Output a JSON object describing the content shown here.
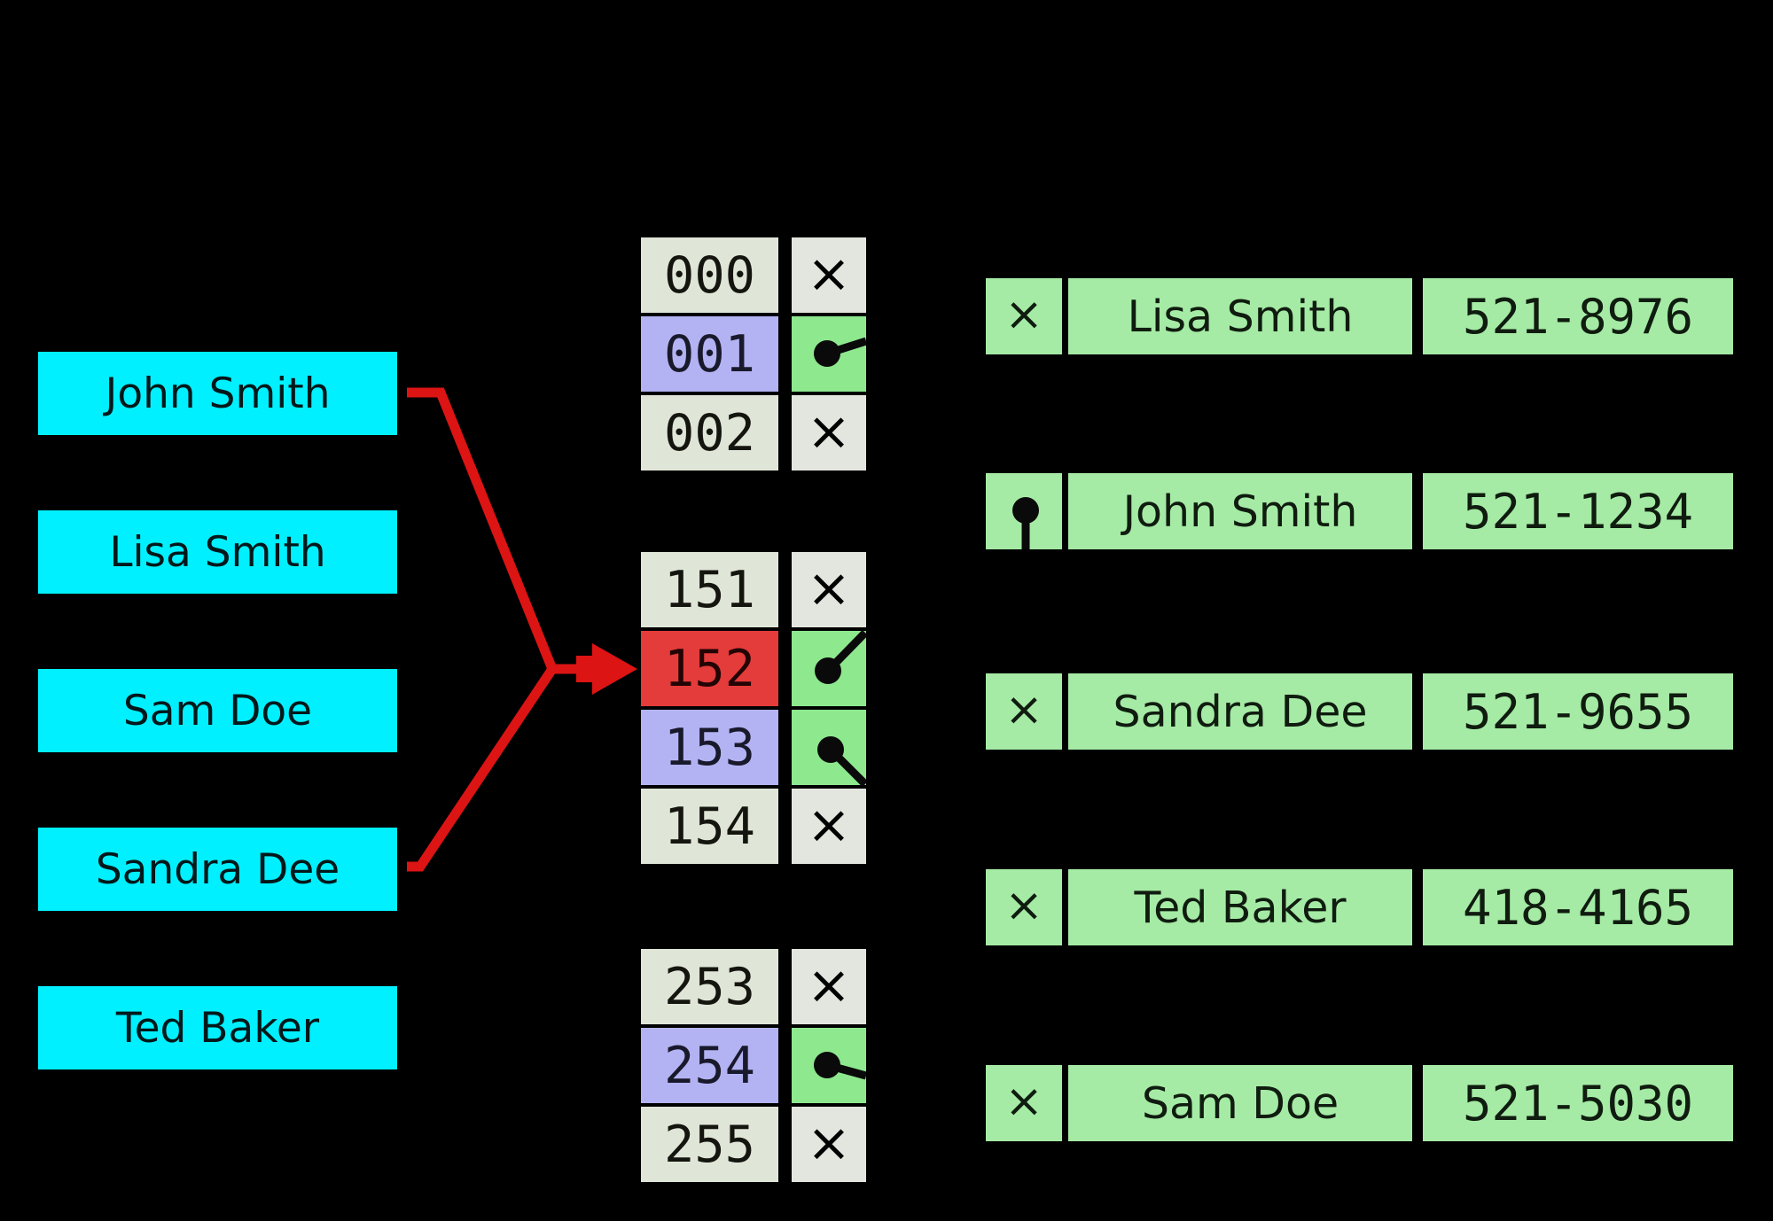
{
  "diagram": "hash-table-collision-chaining",
  "colors": {
    "background": "#000000",
    "key_box": "#00f0ff",
    "bucket_cell": "#dfe6d7",
    "bucket_highlight": "#b3b3f3",
    "bucket_collision": "#e43b3b",
    "pointer_cell_active": "#8ee88e",
    "record_cell": "#a5eba5",
    "collision_arrow": "#dc1414",
    "text": "#000000"
  },
  "null_symbol": "×",
  "keys": {
    "items": [
      {
        "label": "John Smith"
      },
      {
        "label": "Lisa Smith"
      },
      {
        "label": "Sam Doe"
      },
      {
        "label": "Sandra Dee"
      },
      {
        "label": "Ted Baker"
      }
    ]
  },
  "buckets": {
    "groups": [
      {
        "rows": [
          {
            "index": "000",
            "pointer": "null"
          },
          {
            "index": "001",
            "pointer": "link-right-up",
            "highlight": true
          },
          {
            "index": "002",
            "pointer": "null"
          }
        ]
      },
      {
        "rows": [
          {
            "index": "151",
            "pointer": "null"
          },
          {
            "index": "152",
            "pointer": "link-up-right",
            "collision": true
          },
          {
            "index": "153",
            "pointer": "link-down-right",
            "highlight": true
          },
          {
            "index": "154",
            "pointer": "null"
          }
        ]
      },
      {
        "rows": [
          {
            "index": "253",
            "pointer": "null"
          },
          {
            "index": "254",
            "pointer": "link-right-down",
            "highlight": true
          },
          {
            "index": "255",
            "pointer": "null"
          }
        ]
      }
    ]
  },
  "records": {
    "items": [
      {
        "next": "null",
        "name": "Lisa Smith",
        "phone": "521-8976"
      },
      {
        "next": "link-down",
        "name": "John Smith",
        "phone": "521-1234"
      },
      {
        "next": "null",
        "name": "Sandra Dee",
        "phone": "521-9655"
      },
      {
        "next": "null",
        "name": "Ted Baker",
        "phone": "418-4165"
      },
      {
        "next": "null",
        "name": "Sam Doe",
        "phone": "521-5030"
      }
    ]
  },
  "arrows": {
    "description": "red collision arrows from John Smith and Sandra Dee keys merging into bucket 152"
  }
}
